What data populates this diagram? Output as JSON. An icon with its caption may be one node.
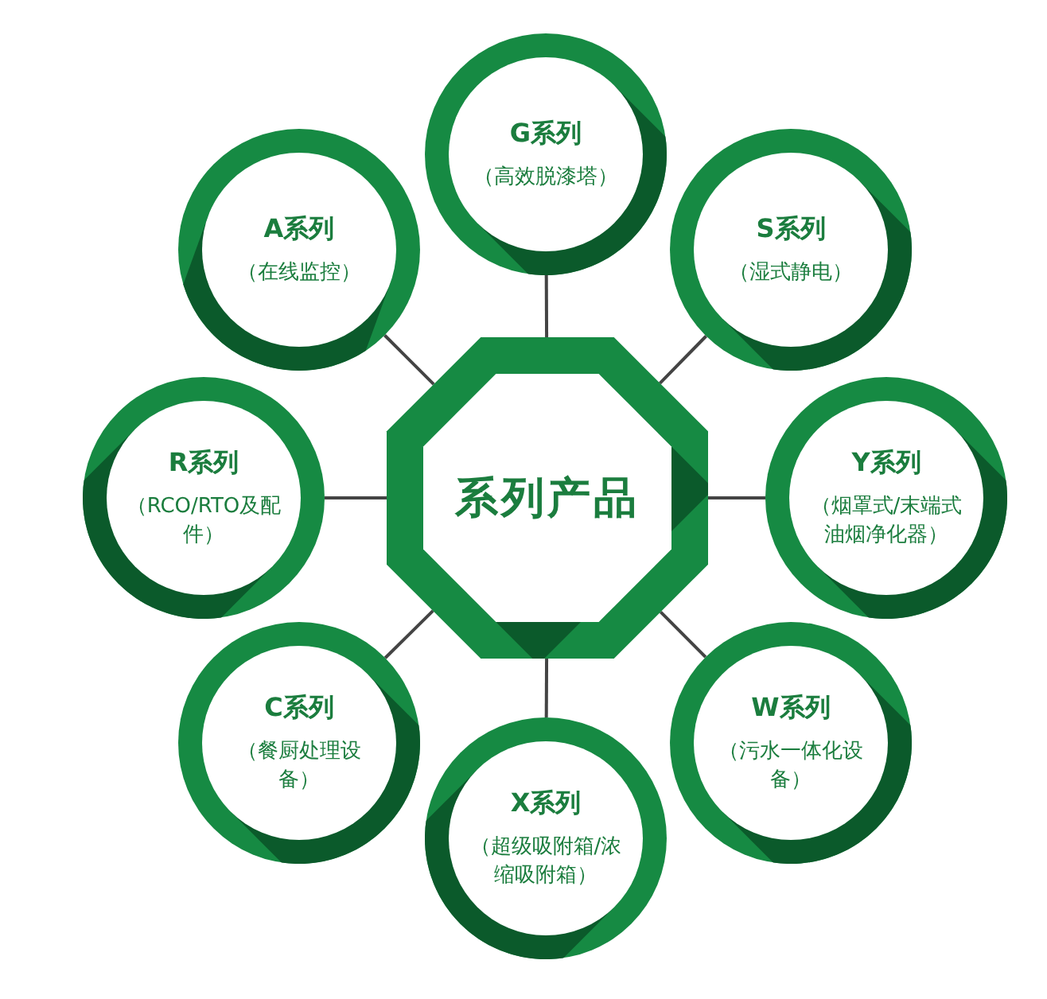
{
  "diagram": {
    "nodes": [
      {
        "text": [
          "系列产品"
        ]
      },
      {
        "text": [
          "G系列",
          "（高效脱漆塔）"
        ]
      },
      {
        "text": [
          "S系列",
          "（湿式静电）"
        ]
      },
      {
        "text": [
          "Y系列",
          "（烟罩式/末端式油烟净化器）"
        ]
      },
      {
        "text": [
          "W系列",
          "（污水一体化设备）"
        ]
      },
      {
        "text": [
          "X系列",
          "（超级吸附箱/浓缩吸附箱）"
        ]
      },
      {
        "text": [
          "C系列",
          "（餐厨处理设备）"
        ]
      },
      {
        "text": [
          "R系列",
          "（RCO/RTO及配件）"
        ]
      },
      {
        "text": [
          "A系列",
          "（在线监控）"
        ]
      }
    ],
    "edges": [
      {
        "from": 0,
        "to": 1,
        "arrow": "none"
      },
      {
        "from": 0,
        "to": 2,
        "arrow": "none"
      },
      {
        "from": 0,
        "to": 3,
        "arrow": "none"
      },
      {
        "from": 0,
        "to": 4,
        "arrow": "none"
      },
      {
        "from": 0,
        "to": 5,
        "arrow": "none"
      },
      {
        "from": 0,
        "to": 6,
        "arrow": "none"
      },
      {
        "from": 0,
        "to": 7,
        "arrow": "none"
      },
      {
        "from": 0,
        "to": 8,
        "arrow": "none"
      }
    ]
  }
}
